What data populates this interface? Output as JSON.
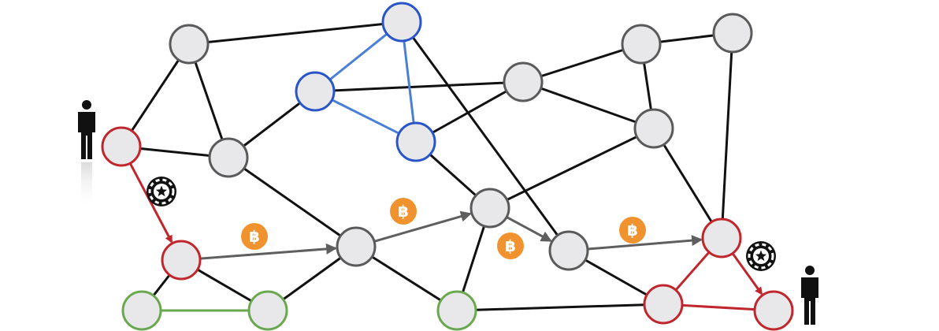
{
  "colors": {
    "edge": "#111111",
    "node_fill": "#e8e8ea",
    "node_gray": "#5a5a5a",
    "node_red": "#c0272d",
    "node_blue": "#2a55c8",
    "node_green": "#6aa84f",
    "edge_blue": "#4a7fd6",
    "edge_green": "#6aa84f",
    "arrow_gray": "#5f5f5f",
    "bitcoin": "#f0922e"
  },
  "coin_symbol": "฿",
  "nodes": [
    {
      "id": "n1",
      "group": "gray"
    },
    {
      "id": "n2",
      "group": "blue"
    },
    {
      "id": "n3",
      "group": "blue"
    },
    {
      "id": "n4",
      "group": "blue"
    },
    {
      "id": "n5",
      "group": "gray"
    },
    {
      "id": "n6",
      "group": "gray"
    },
    {
      "id": "n7",
      "group": "gray"
    },
    {
      "id": "n8",
      "group": "gray"
    },
    {
      "id": "n9",
      "group": "red"
    },
    {
      "id": "n10",
      "group": "gray"
    },
    {
      "id": "n11",
      "group": "gray"
    },
    {
      "id": "n12",
      "group": "gray"
    },
    {
      "id": "n13",
      "group": "red"
    },
    {
      "id": "n14",
      "group": "gray"
    },
    {
      "id": "n15",
      "group": "red"
    },
    {
      "id": "n16",
      "group": "red"
    },
    {
      "id": "n17",
      "group": "red"
    },
    {
      "id": "n18",
      "group": "green"
    },
    {
      "id": "n19",
      "group": "green"
    },
    {
      "id": "n20",
      "group": "green"
    }
  ],
  "edges": [
    [
      "n1",
      "n2",
      "black"
    ],
    [
      "n1",
      "n9",
      "black"
    ],
    [
      "n1",
      "n10",
      "black"
    ],
    [
      "n9",
      "n10",
      "black"
    ],
    [
      "n10",
      "n3",
      "black"
    ],
    [
      "n10",
      "n12",
      "black"
    ],
    [
      "n2",
      "n14",
      "black"
    ],
    [
      "n3",
      "n5",
      "black"
    ],
    [
      "n4",
      "n5",
      "black"
    ],
    [
      "n4",
      "n11",
      "black"
    ],
    [
      "n5",
      "n6",
      "black"
    ],
    [
      "n5",
      "n8",
      "black"
    ],
    [
      "n6",
      "n7",
      "black"
    ],
    [
      "n6",
      "n8",
      "black"
    ],
    [
      "n7",
      "n15",
      "black"
    ],
    [
      "n8",
      "n11",
      "black"
    ],
    [
      "n8",
      "n15",
      "black"
    ],
    [
      "n11",
      "n20",
      "black"
    ],
    [
      "n12",
      "n19",
      "black"
    ],
    [
      "n12",
      "n20",
      "black"
    ],
    [
      "n13",
      "n18",
      "black"
    ],
    [
      "n13",
      "n19",
      "black"
    ],
    [
      "n14",
      "n16",
      "black"
    ],
    [
      "n20",
      "n16",
      "black"
    ],
    [
      "n2",
      "n3",
      "blue"
    ],
    [
      "n2",
      "n4",
      "blue"
    ],
    [
      "n3",
      "n4",
      "blue"
    ],
    [
      "n18",
      "n19",
      "green"
    ],
    [
      "n15",
      "n16",
      "red"
    ],
    [
      "n16",
      "n17",
      "red"
    ]
  ],
  "arrows": [
    [
      "n9",
      "n13",
      "red"
    ],
    [
      "n15",
      "n17",
      "red"
    ],
    [
      "n13",
      "n12",
      "gray"
    ],
    [
      "n12",
      "n11",
      "gray"
    ],
    [
      "n11",
      "n14",
      "gray"
    ],
    [
      "n14",
      "n15",
      "gray"
    ]
  ]
}
